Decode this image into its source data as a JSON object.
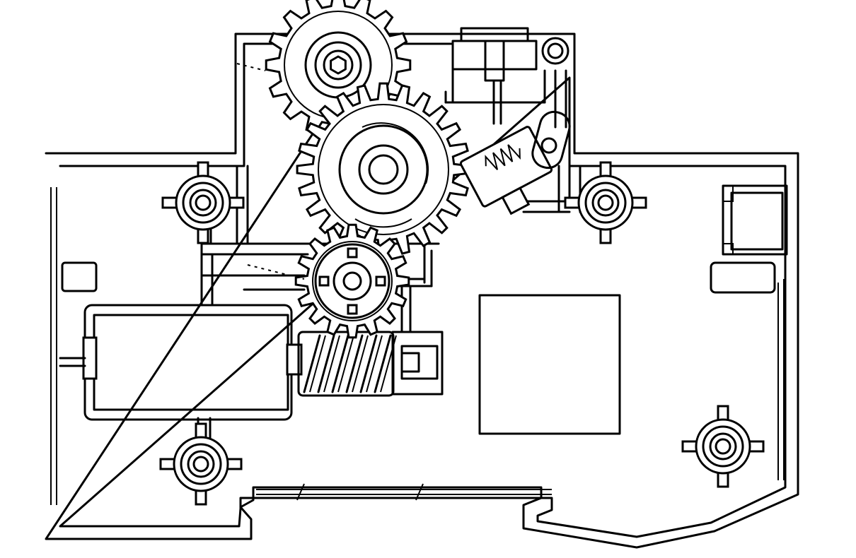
{
  "colors": {
    "ink": "#000000",
    "paper": "#ffffff"
  },
  "figure": {
    "subject": "mechanism",
    "labels": []
  },
  "components": {
    "gears": [
      {
        "id": "upper-left-gear",
        "teeth": 16
      },
      {
        "id": "center-gear",
        "teeth": 24
      },
      {
        "id": "lower-gear",
        "teeth": 16
      }
    ],
    "worm_threads": 6
  }
}
